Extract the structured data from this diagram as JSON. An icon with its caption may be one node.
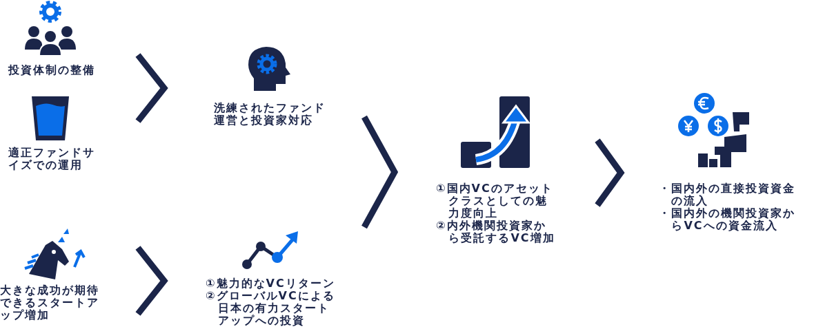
{
  "diagram": {
    "nodes": [
      {
        "text": [
          "投資体制の整備"
        ]
      },
      {
        "text": [
          "適正ファンドサイズでの運用"
        ]
      },
      {
        "text": [
          "洗練されたファンド運営と投資家対応"
        ]
      },
      {
        "text": [
          "大きな成功が期待できるスタートアップ増加"
        ]
      },
      {
        "text": [
          "①魅力的なVCリターン",
          "②グローバルVCによる日本の有力スタートアップへの投資"
        ]
      },
      {
        "text": [
          "①国内VCのアセットクラスとしての魅力度向上",
          "②内外機関投資家から受託するVC増加"
        ]
      },
      {
        "text": [
          "・国内外の直接投資資金の流入",
          "・国内外の機関投資家からVCへの資金流入"
        ]
      }
    ]
  }
}
